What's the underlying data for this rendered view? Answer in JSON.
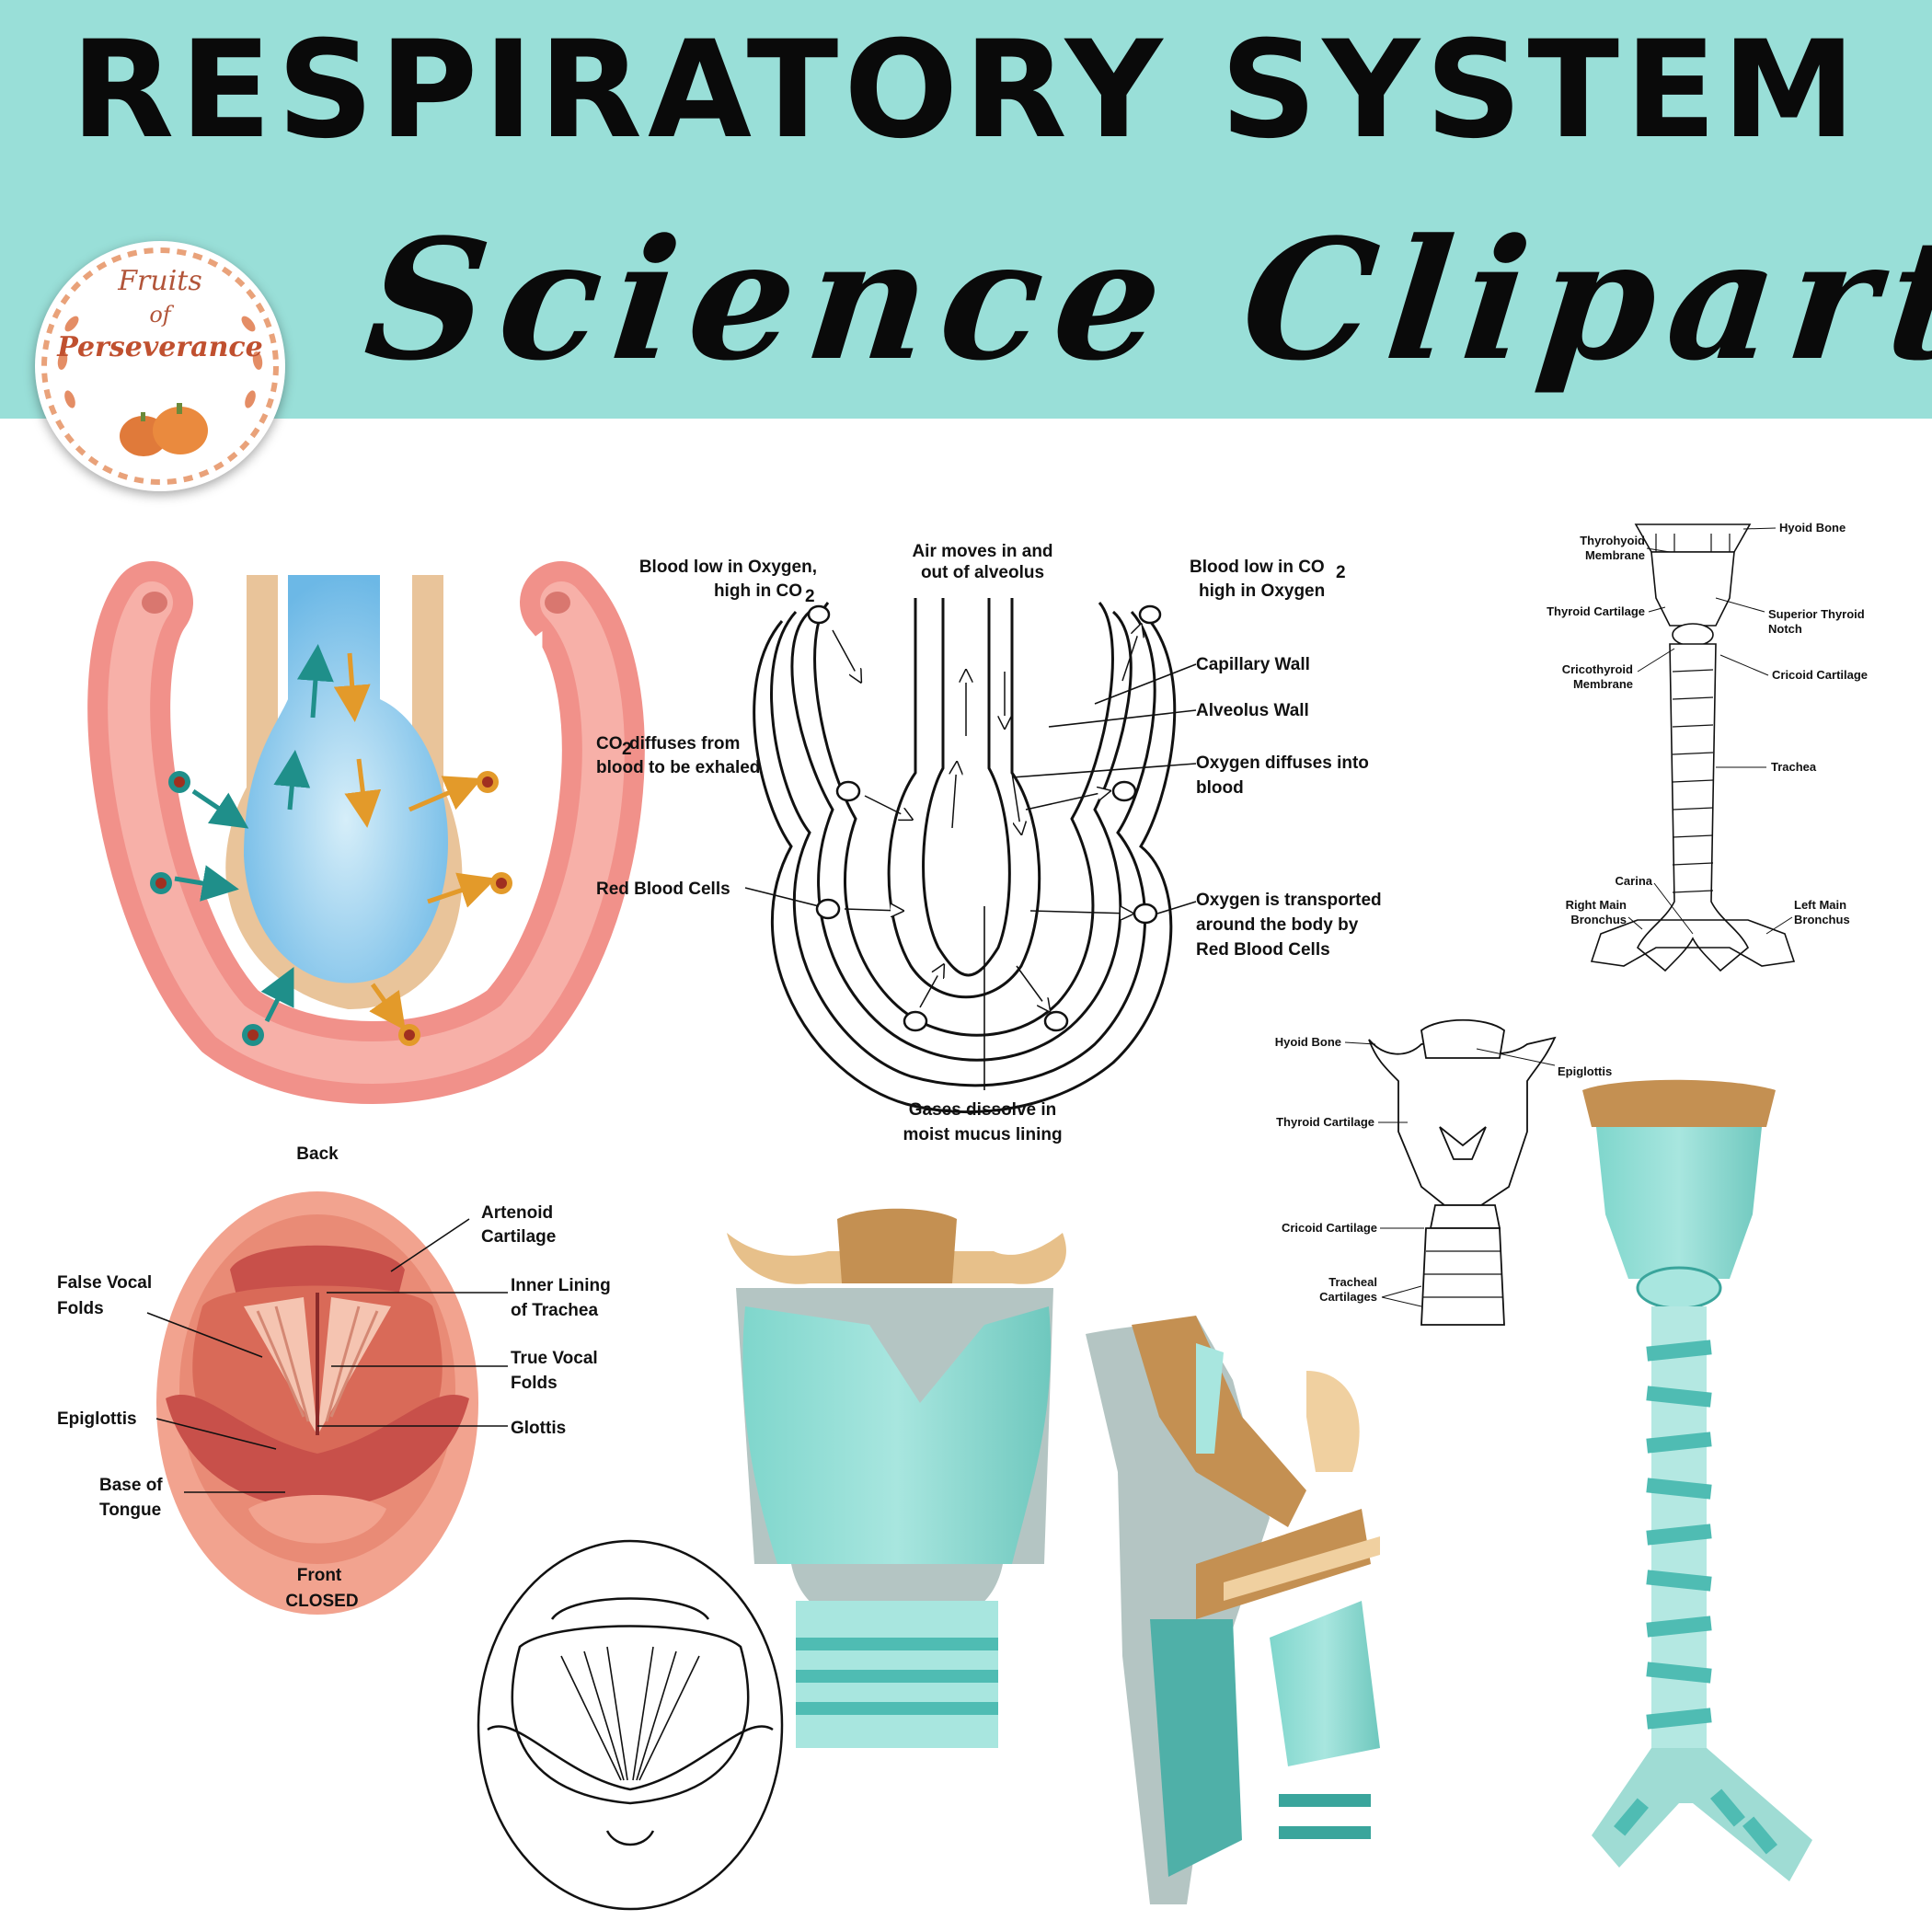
{
  "header": {
    "title": "RESPIRATORY SYSTEM",
    "subtitle": "Science Clipart"
  },
  "logo": {
    "line1": "Fruits",
    "line2": "of",
    "line3": "Perseverance"
  },
  "alveolus_diagram": {
    "air": "Air moves in and out of alveolus",
    "air_line1": "Air moves in and",
    "air_line2": "out of alveolus",
    "blood_low_o2_line1": "Blood low in Oxygen,",
    "blood_low_o2_line2": "high in CO",
    "blood_low_co2_line1": "Blood low in CO",
    "blood_low_co2_line2": "high in Oxygen",
    "sub2": "2",
    "capillary_wall": "Capillary Wall",
    "alveolus_wall": "Alveolus Wall",
    "co2_diffuses_line1": "CO",
    "co2_diffuses_line1b": " diffuses from",
    "co2_diffuses_line2": "blood to be exhaled",
    "oxygen_diffuses_line1": "Oxygen diffuses into",
    "oxygen_diffuses_line2": "blood",
    "red_blood_cells": "Red Blood Cells",
    "oxygen_transported_line1": "Oxygen is transported",
    "oxygen_transported_line2": "around the body by",
    "oxygen_transported_line3": "Red Blood Cells",
    "gases_line1": "Gases dissolve in",
    "gases_line2": "moist mucus lining"
  },
  "trachea_diagram": {
    "thyrohyoid_line1": "Thyrohyoid",
    "thyrohyoid_line2": "Membrane",
    "hyoid_bone": "Hyoid Bone",
    "thyroid_cartilage": "Thyroid Cartilage",
    "superior_line1": "Superior Thyroid",
    "superior_line2": "Notch",
    "cricothyroid_line1": "Cricothyroid",
    "cricothyroid_line2": "Membrane",
    "cricoid_cartilage": "Cricoid Cartilage",
    "trachea": "Trachea",
    "carina": "Carina",
    "right_main_line1": "Right Main",
    "right_main_line2": "Bronchus",
    "left_main_line1": "Left Main",
    "left_main_line2": "Bronchus"
  },
  "larynx_diagram": {
    "hyoid_bone": "Hyoid Bone",
    "epiglottis": "Epiglottis",
    "thyroid_cartilage": "Thyroid Cartilage",
    "cricoid_cartilage": "Cricoid Cartilage",
    "tracheal_line1": "Tracheal",
    "tracheal_line2": "Cartilages"
  },
  "vocal_diagram": {
    "back": "Back",
    "artenoid_line1": "Artenoid",
    "artenoid_line2": "Cartilage",
    "false_vocal_line1": "False Vocal",
    "false_vocal_line2": "Folds",
    "inner_lining_line1": "Inner Lining",
    "inner_lining_line2": "of Trachea",
    "true_vocal_line1": "True Vocal",
    "true_vocal_line2": "Folds",
    "epiglottis": "Epiglottis",
    "glottis": "Glottis",
    "base_line1": "Base of",
    "base_line2": "Tongue",
    "front": "Front",
    "closed": "CLOSED"
  },
  "colors": {
    "banner": "#99dfd8",
    "capillary": "#f1918a",
    "alveolus_wall": "#e9c49a",
    "air": "#5aaee2",
    "teal_arrow": "#1f8f8a",
    "orange_arrow": "#e39a2a",
    "cartilage_teal": "#9fe0d8",
    "bone_tan": "#c49052",
    "tissue_pink": "#e98b76"
  }
}
